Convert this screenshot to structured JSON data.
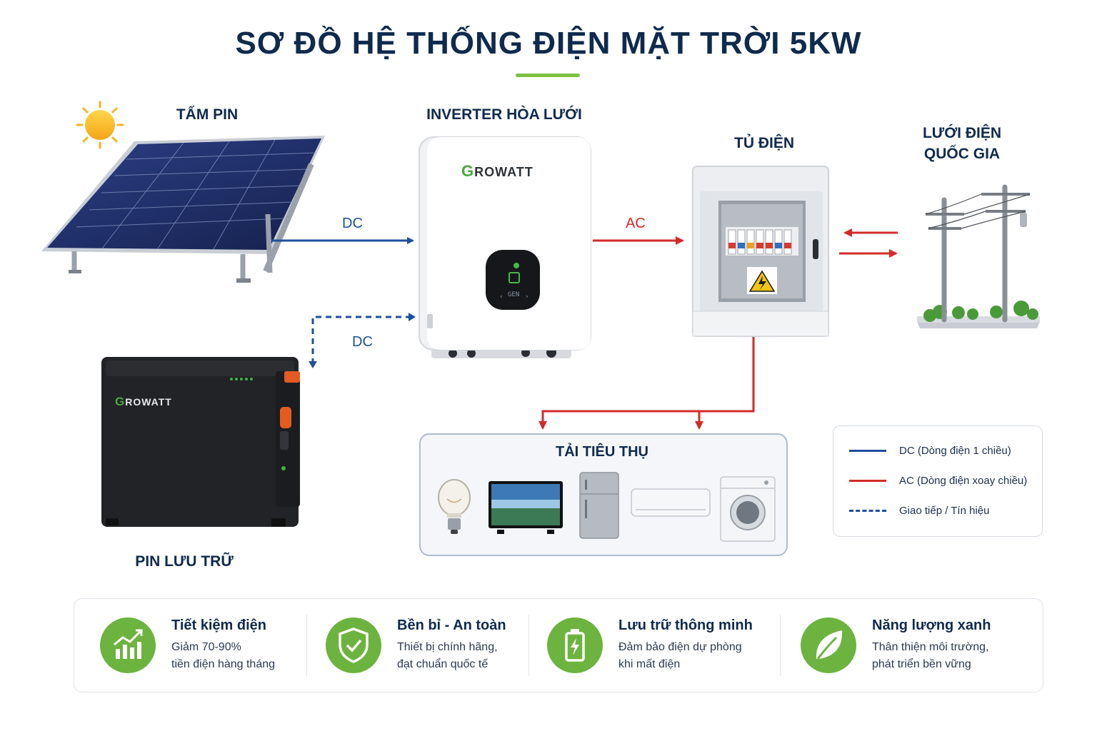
{
  "title": "SƠ ĐỒ HỆ THỐNG ĐIỆN MẶT TRỜI 5KW",
  "nodes": {
    "solar_panel": "TẤM PIN",
    "inverter": "INVERTER HÒA LƯỚI",
    "cabinet": "TỦ ĐIỆN",
    "grid_line1": "LƯỚI ĐIỆN",
    "grid_line2": "QUỐC GIA",
    "battery": "PIN LƯU TRỮ",
    "loads": "TẢI TIÊU THỤ"
  },
  "brand": {
    "first_letter": "G",
    "rest": "ROWATT",
    "inverter_display": "GEN"
  },
  "flows": {
    "panel_to_inverter": "DC",
    "battery_link": "DC",
    "inverter_to_cabinet": "AC"
  },
  "legend": [
    {
      "label": "DC (Dòng điện 1 chiều)",
      "color": "#1e4f9c",
      "style": "solid"
    },
    {
      "label": "AC (Dòng điện xoay chiều)",
      "color": "#d42a2a",
      "style": "solid"
    },
    {
      "label": "Giao tiếp / Tín hiệu",
      "color": "#1e4f9c",
      "style": "dashed"
    }
  ],
  "benefits": [
    {
      "title": "Tiết kiệm điện",
      "line1": "Giảm 70-90%",
      "line2": "tiền điện hàng tháng",
      "icon": "chart-growth-icon"
    },
    {
      "title": "Bền bỉ - An toàn",
      "line1": "Thiết bị chính hãng,",
      "line2": "đạt chuẩn quốc tế",
      "icon": "shield-check-icon"
    },
    {
      "title": "Lưu trữ thông minh",
      "line1": "Đảm bảo điện dự phòng",
      "line2": "khi mất điện",
      "icon": "battery-bolt-icon"
    },
    {
      "title": "Năng lượng xanh",
      "line1": "Thân thiện môi trường,",
      "line2": "phát triển bền vững",
      "icon": "leaf-icon"
    }
  ],
  "colors": {
    "dc": "#1e4f9c",
    "ac": "#d42a2a",
    "accent_green": "#6db33f",
    "title_navy": "#0f2a4d"
  }
}
